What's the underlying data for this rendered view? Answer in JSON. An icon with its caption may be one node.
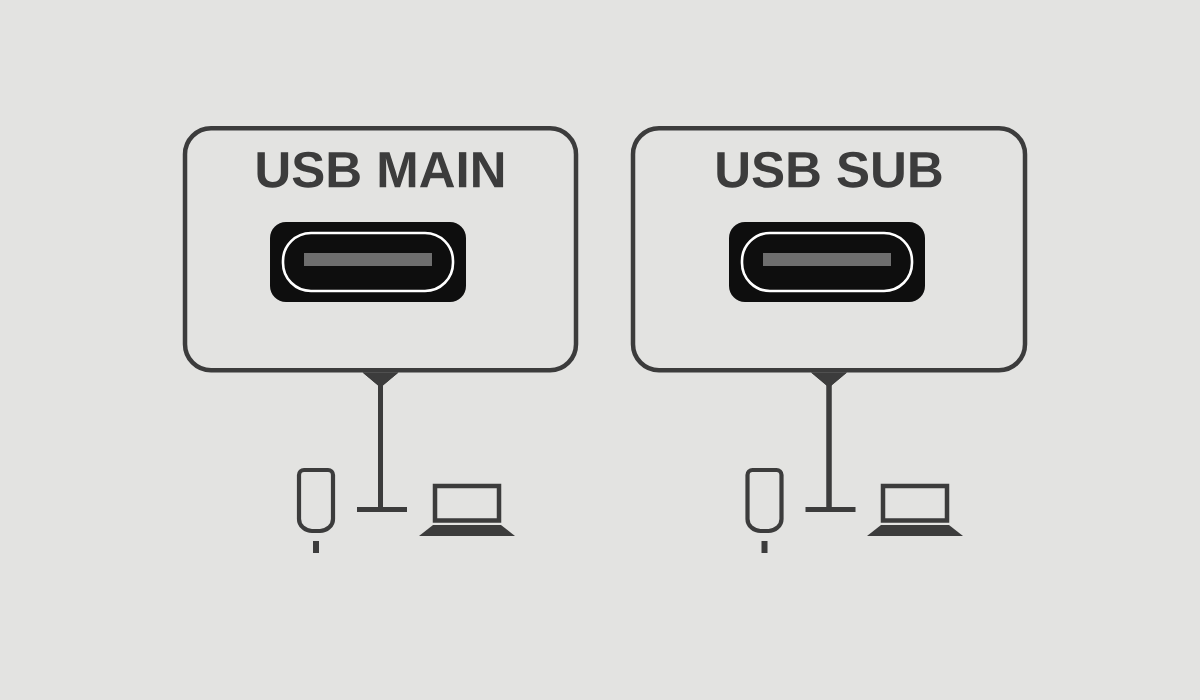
{
  "diagram": {
    "nodes": [
      {
        "text": [
          "USB MAIN"
        ]
      },
      {
        "text": [
          "USB SUB"
        ]
      },
      {
        "text": [],
        "shape": "box"
      },
      {
        "text": [],
        "shape": "picture"
      },
      {
        "text": [],
        "shape": "box"
      },
      {
        "text": [],
        "shape": "picture"
      }
    ],
    "edges": [
      {
        "from": 0,
        "to": 2,
        "arrow": "to"
      },
      {
        "from": 0,
        "to": 3,
        "arrow": "to"
      },
      {
        "from": 1,
        "to": 4,
        "arrow": "to"
      },
      {
        "from": 1,
        "to": 5,
        "arrow": "to"
      }
    ]
  }
}
